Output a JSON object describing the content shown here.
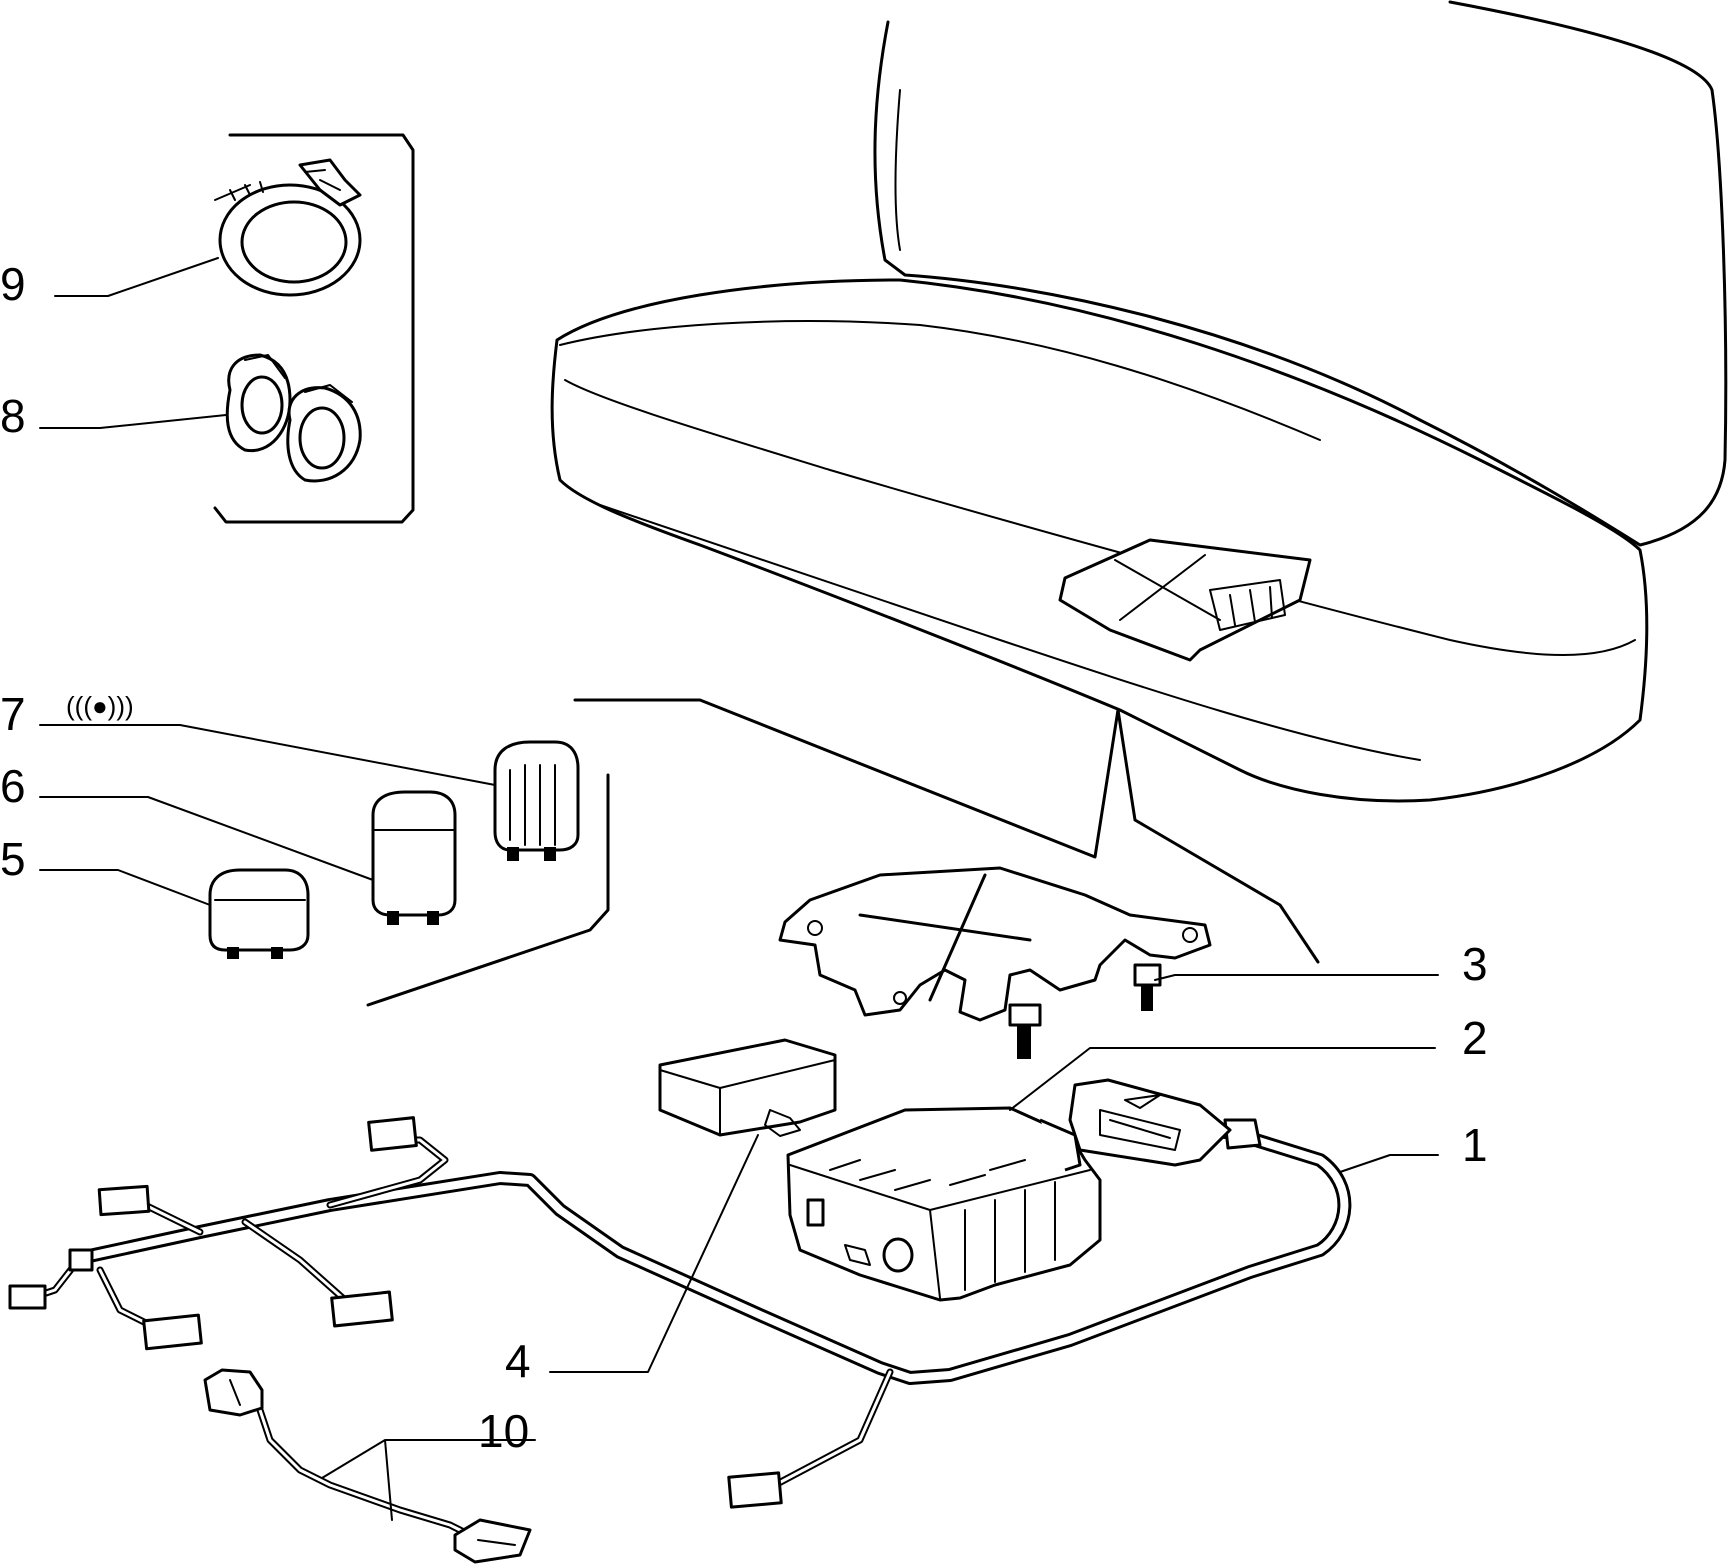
{
  "callouts": {
    "c1": "1",
    "c2": "2",
    "c3": "3",
    "c4": "4",
    "c5": "5",
    "c6": "6",
    "c7": "7",
    "c8": "8",
    "c9": "9",
    "c10": "10"
  },
  "airbag_symbol": "(((●)))"
}
